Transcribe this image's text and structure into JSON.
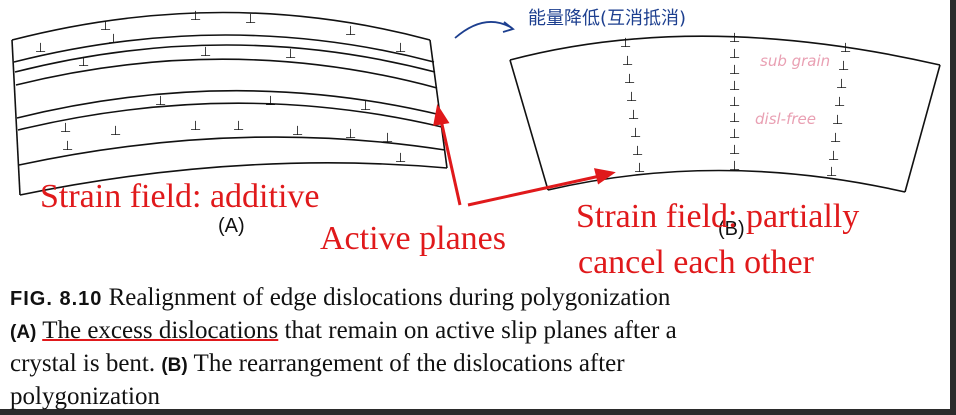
{
  "panels": {
    "a_label": "(A)",
    "b_label": "(B)"
  },
  "handwritten": {
    "energy_note": "能量降低(互消抵消)",
    "sub_grain": "sub grain",
    "disl_free": "disl-free"
  },
  "annotations": {
    "strain_additive": "Strain field: additive",
    "active_planes": "Active planes",
    "strain_partial_1": "Strain field: partially",
    "strain_partial_2": "cancel each other"
  },
  "caption": {
    "fig_label": "FIG. 8.10",
    "line1_text": " Realignment of edge dislocations during polygonization",
    "tag_a": "(A)",
    "underlined_text": "The excess dislocations",
    "line2_rest": " that remain on active slip planes after a",
    "line3_start": "crystal is bent. ",
    "tag_b": "(B)",
    "line3_rest": " The rearrangement of the dislocations after",
    "line4": "polygonization"
  },
  "colors": {
    "annotation_red": "#e0191b",
    "ink_blue": "#1d3f8f",
    "pink_note": "#e9a0b3"
  }
}
